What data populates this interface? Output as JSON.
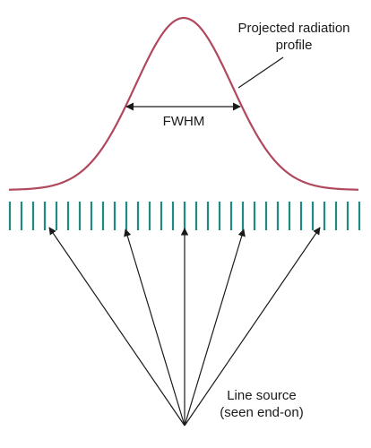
{
  "labels": {
    "profile_line1": "Projected radiation",
    "profile_line2": "profile",
    "fwhm": "FWHM",
    "source_line1": "Line source",
    "source_line2": "(seen end-on)"
  },
  "colors": {
    "curve": "#b0485e",
    "collimator": "#1f8a82",
    "ink": "#1a1a1a"
  }
}
